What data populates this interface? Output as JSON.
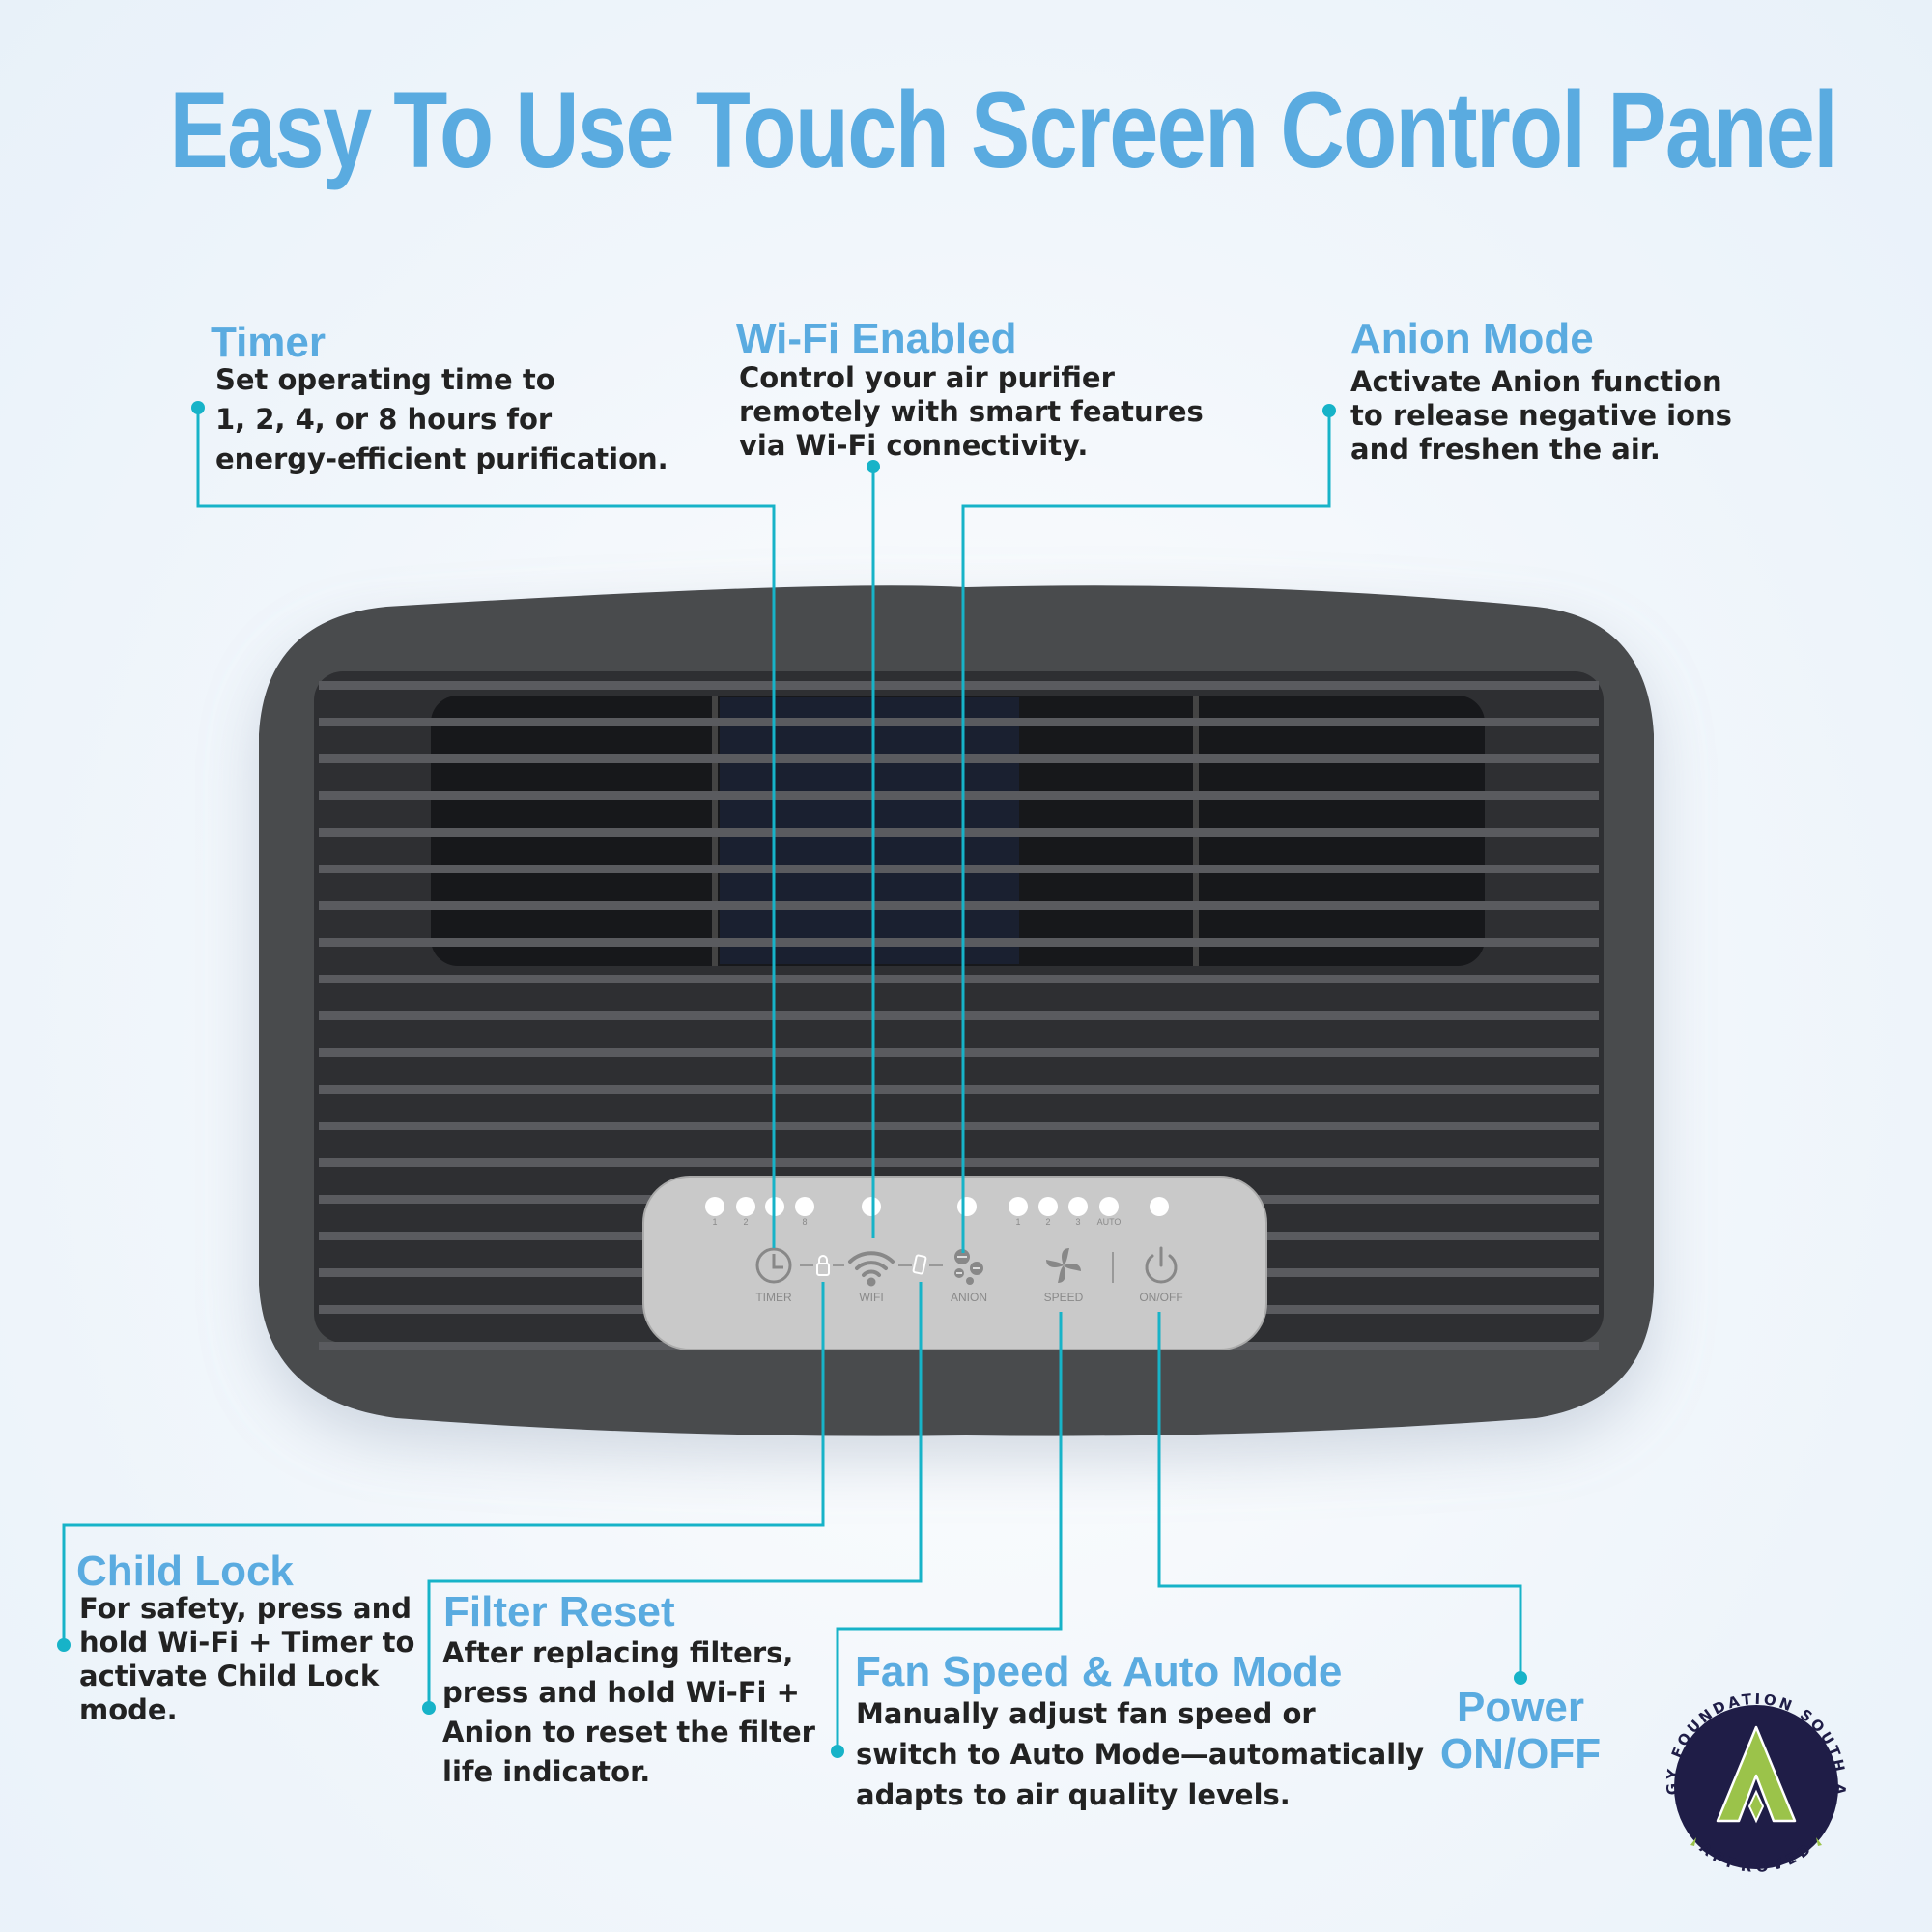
{
  "title": "Easy To Use Touch Screen Control Panel",
  "callouts": {
    "timer": {
      "heading": "Timer",
      "lines": [
        "Set operating time to",
        "1, 2, 4, or 8 hours for",
        "energy-efficient purification."
      ]
    },
    "wifi": {
      "heading": "Wi-Fi Enabled",
      "lines": [
        "Control your air purifier",
        "remotely with smart features",
        "via Wi-Fi connectivity."
      ]
    },
    "anion": {
      "heading": "Anion Mode",
      "lines": [
        "Activate Anion function",
        "to release negative ions",
        "and freshen the air."
      ]
    },
    "child_lock": {
      "heading": "Child Lock",
      "lines": [
        "For safety, press and",
        "hold Wi-Fi + Timer to",
        "activate Child Lock",
        "mode."
      ]
    },
    "filter_reset": {
      "heading": "Filter Reset",
      "lines": [
        "After replacing filters,",
        "press and hold Wi-Fi +",
        "Anion to reset the filter",
        "life indicator."
      ]
    },
    "fan_speed": {
      "heading": "Fan Speed & Auto Mode",
      "lines": [
        "Manually adjust fan speed or",
        "switch to Auto Mode—automatically",
        "adapts to air quality levels."
      ]
    },
    "power": {
      "heading_lines": [
        "Power",
        "ON/OFF"
      ]
    }
  },
  "panel": {
    "timer_levels": [
      "1",
      "2",
      "",
      "8"
    ],
    "speed_levels": [
      "1",
      "2",
      "3",
      "AUTO"
    ],
    "labels": {
      "timer": "TIMER",
      "wifi": "WIFI",
      "anion": "ANION",
      "speed": "SPEED",
      "onoff": "ON/OFF"
    }
  },
  "badge": {
    "ring_text": "ALLERGY FOUNDATION SOUTH AFRICA",
    "bottom_text": "APPROVED"
  },
  "colors": {
    "accent": "#5aabe0",
    "line": "#17b3c8",
    "body": "#4a4b4e",
    "panel": "#c9c9c9",
    "badge_navy": "#1f1d47",
    "badge_green": "#9bc34a"
  }
}
